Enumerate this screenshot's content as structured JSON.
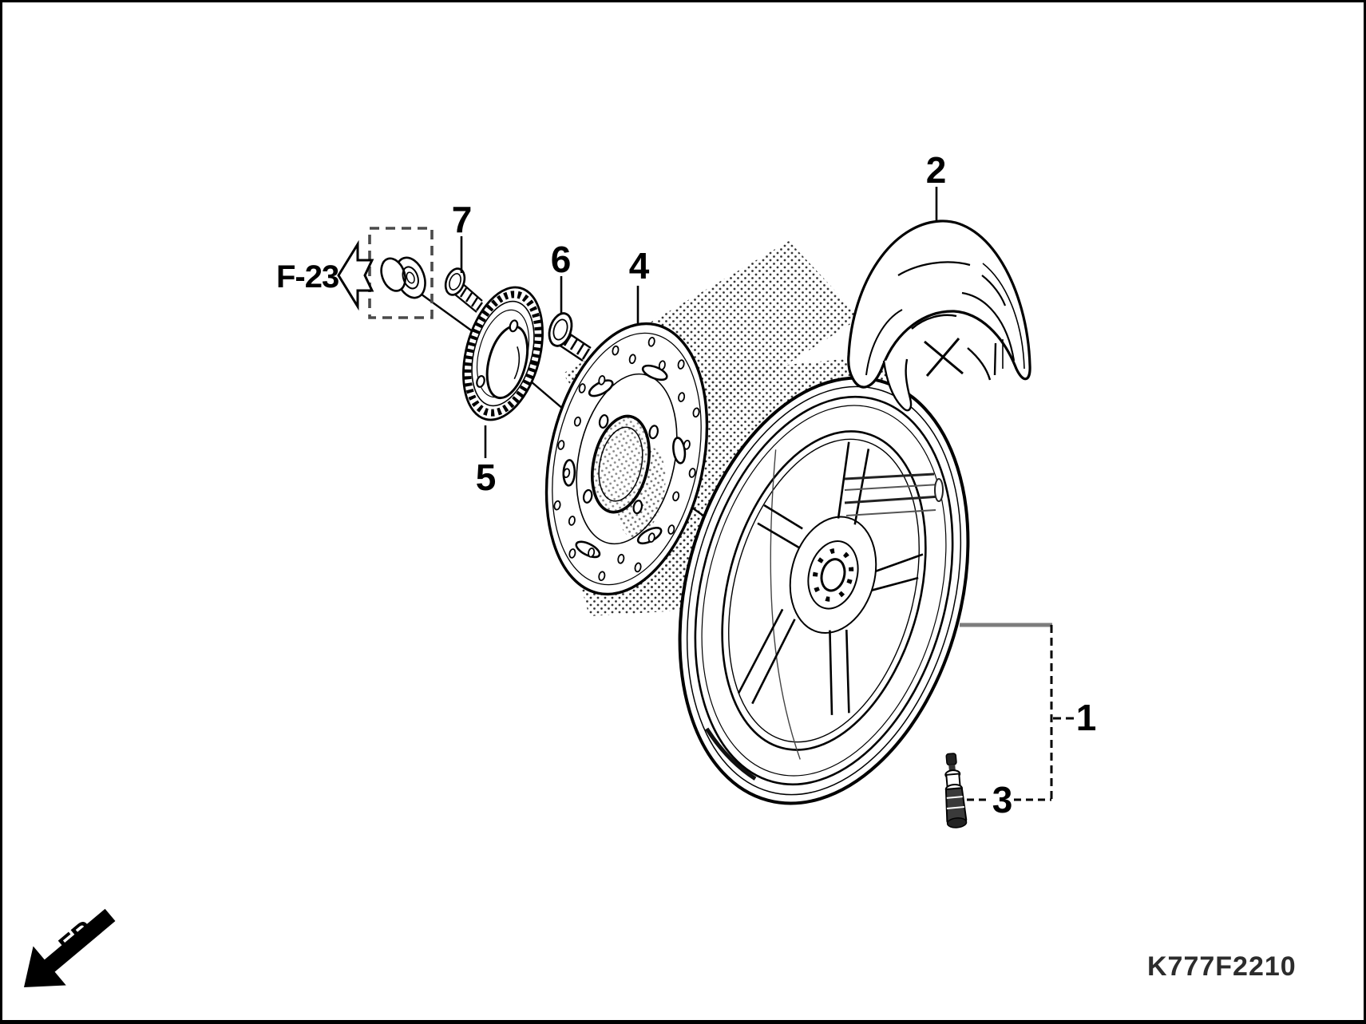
{
  "figure": {
    "code": "K777F2210",
    "reference": {
      "label": "F-23"
    },
    "direction": {
      "label": "FR."
    },
    "callouts": {
      "c1": {
        "number": "1",
        "part": "front-wheel"
      },
      "c2": {
        "number": "2",
        "part": "hub-cover"
      },
      "c3": {
        "number": "3",
        "part": "tire-valve"
      },
      "c4": {
        "number": "4",
        "part": "brake-disc"
      },
      "c5": {
        "number": "5",
        "part": "pulser-ring"
      },
      "c6": {
        "number": "6",
        "part": "disc-bolt"
      },
      "c7": {
        "number": "7",
        "part": "sensor-ring-bolt"
      }
    },
    "colors": {
      "ink": "#000000",
      "paper": "#ffffff",
      "muted_gray": "#555555",
      "bracket_gray": "#7d7d7d"
    }
  }
}
